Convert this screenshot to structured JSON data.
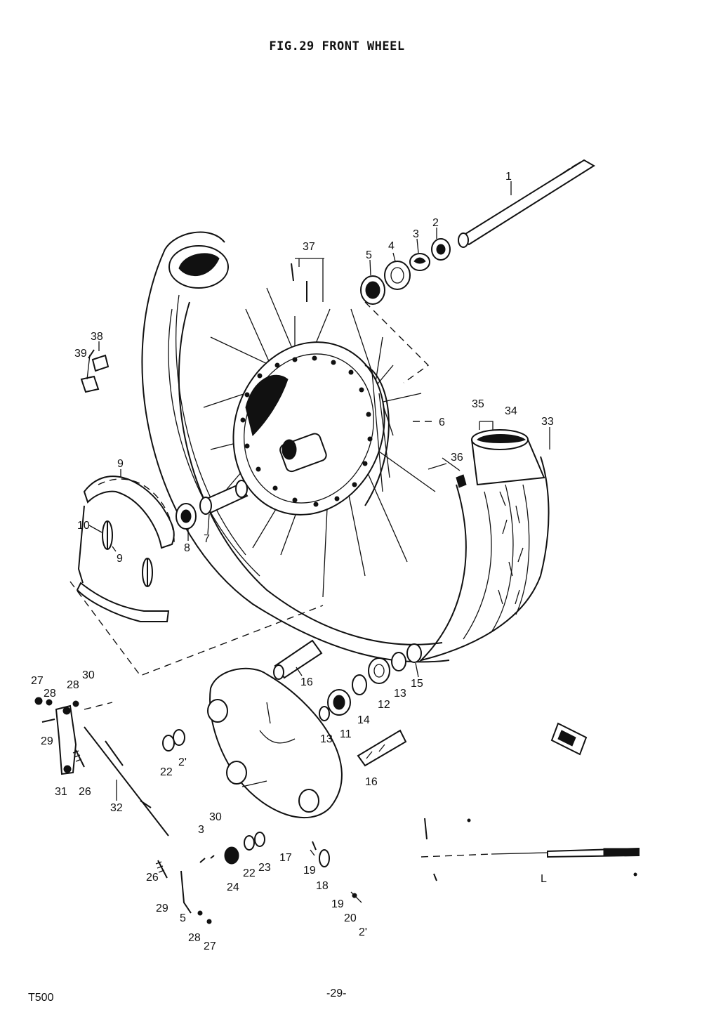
{
  "figure": {
    "title": "FIG.29  FRONT WHEEL"
  },
  "footer": {
    "model": "T500",
    "page": "-29-"
  },
  "callouts": [
    {
      "id": "c1",
      "text": "1"
    },
    {
      "id": "c2",
      "text": "2"
    },
    {
      "id": "c3",
      "text": "3"
    },
    {
      "id": "c4",
      "text": "4"
    },
    {
      "id": "c5",
      "text": "5"
    },
    {
      "id": "c37",
      "text": "37"
    },
    {
      "id": "c38",
      "text": "38"
    },
    {
      "id": "c39",
      "text": "39"
    },
    {
      "id": "c6",
      "text": "6"
    },
    {
      "id": "c35",
      "text": "35"
    },
    {
      "id": "c34",
      "text": "34"
    },
    {
      "id": "c33",
      "text": "33"
    },
    {
      "id": "c36",
      "text": "36"
    },
    {
      "id": "c9a",
      "text": "9"
    },
    {
      "id": "c10",
      "text": "10"
    },
    {
      "id": "c9b",
      "text": "9"
    },
    {
      "id": "c8",
      "text": "8"
    },
    {
      "id": "c7",
      "text": "7"
    },
    {
      "id": "c16a",
      "text": "16"
    },
    {
      "id": "c15",
      "text": "15"
    },
    {
      "id": "c13a",
      "text": "13"
    },
    {
      "id": "c12",
      "text": "12"
    },
    {
      "id": "c14",
      "text": "14"
    },
    {
      "id": "c13b",
      "text": "13"
    },
    {
      "id": "c11",
      "text": "11"
    },
    {
      "id": "c16b",
      "text": "16"
    },
    {
      "id": "c27a",
      "text": "27"
    },
    {
      "id": "c28a",
      "text": "28"
    },
    {
      "id": "c28b",
      "text": "28"
    },
    {
      "id": "c30a",
      "text": "30"
    },
    {
      "id": "c29a",
      "text": "29"
    },
    {
      "id": "c22a",
      "text": "22"
    },
    {
      "id": "c21a",
      "text": "2'"
    },
    {
      "id": "c31",
      "text": "31"
    },
    {
      "id": "c26a",
      "text": "26"
    },
    {
      "id": "c32",
      "text": "32"
    },
    {
      "id": "c30b",
      "text": "30"
    },
    {
      "id": "c3b",
      "text": "3"
    },
    {
      "id": "c17",
      "text": "17"
    },
    {
      "id": "c22b",
      "text": "22"
    },
    {
      "id": "c23",
      "text": "23"
    },
    {
      "id": "c24",
      "text": "24"
    },
    {
      "id": "c19a",
      "text": "19"
    },
    {
      "id": "c18",
      "text": "18"
    },
    {
      "id": "c19b",
      "text": "19"
    },
    {
      "id": "c20",
      "text": "20"
    },
    {
      "id": "c21b",
      "text": "2'"
    },
    {
      "id": "c26b",
      "text": "26"
    },
    {
      "id": "c29b",
      "text": "29"
    },
    {
      "id": "c25",
      "text": "5"
    },
    {
      "id": "c28c",
      "text": "28"
    },
    {
      "id": "c27b",
      "text": "27"
    },
    {
      "id": "cL",
      "text": "L"
    }
  ]
}
